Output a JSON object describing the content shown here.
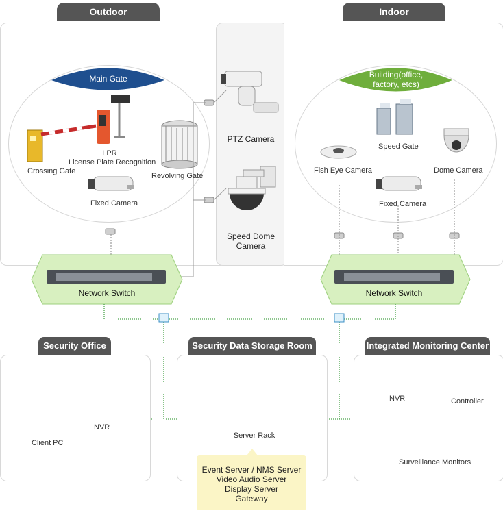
{
  "zones": {
    "outdoor": "Outdoor",
    "indoor": "Indoor"
  },
  "outdoor": {
    "header": "Main Gate",
    "crossing_gate": "Crossing Gate",
    "lpr_line1": "LPR",
    "lpr_line2": "License Plate Recognition",
    "revolving_gate": "Revolving Gate",
    "fixed_camera": "Fixed Camera"
  },
  "middle": {
    "ptz_camera": "PTZ Camera",
    "speed_dome_line1": "Speed Dome",
    "speed_dome_line2": "Camera"
  },
  "indoor": {
    "header_line1": "Building(office,",
    "header_line2": "factory, etcs)",
    "speed_gate": "Speed Gate",
    "fish_eye_camera": "Fish Eye Camera",
    "dome_camera": "Dome Camera",
    "fixed_camera": "Fixed Camera"
  },
  "switches": {
    "left": "Network Switch",
    "right": "Network Switch"
  },
  "sections": {
    "security_office": {
      "title": "Security Office",
      "client_pc": "Client PC",
      "nvr": "NVR"
    },
    "storage_room": {
      "title": "Security Data Storage Room",
      "server_rack": "Server Rack",
      "servers": [
        "Event Server / NMS Server",
        "Video Audio Server",
        "Display Server",
        "Gateway"
      ]
    },
    "monitoring_center": {
      "title": "Integrated Monitoring Center",
      "nvr": "NVR",
      "controller": "Controller",
      "monitors": "Surveillance Monitors"
    }
  },
  "colors": {
    "tab": "#555555",
    "main_gate": "#1f4f8f",
    "building": "#6fae3c",
    "switch_fill": "#d8f0c0",
    "note": "#fbf5c6",
    "link": "#4aa34a"
  }
}
